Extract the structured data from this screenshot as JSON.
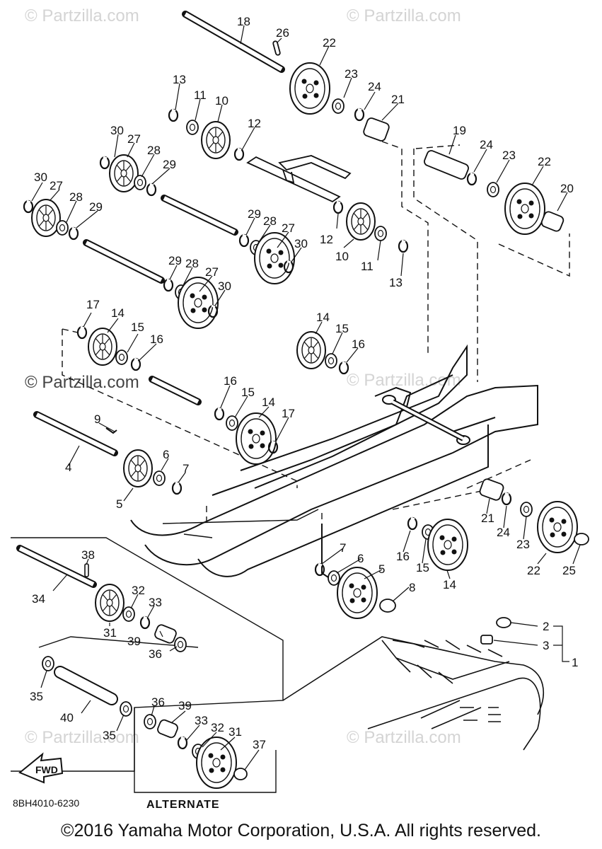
{
  "diagram": {
    "callouts": [
      "1",
      "2",
      "3",
      "4",
      "5",
      "6",
      "7",
      "8",
      "9",
      "10",
      "11",
      "12",
      "13",
      "14",
      "15",
      "16",
      "17",
      "18",
      "19",
      "20",
      "21",
      "22",
      "23",
      "24",
      "25",
      "26",
      "27",
      "28",
      "29",
      "30",
      "31",
      "32",
      "33",
      "34",
      "35",
      "36",
      "37",
      "38",
      "39",
      "40"
    ],
    "alternate_label": "ALTERNATE",
    "fwd_label": "FWD",
    "drawing_code": "8BH4010-6230",
    "watermark": "© Partzilla.com"
  },
  "footer": {
    "copyright": "©2016  Yamaha Motor Corporation, U.S.A. All rights reserved."
  }
}
